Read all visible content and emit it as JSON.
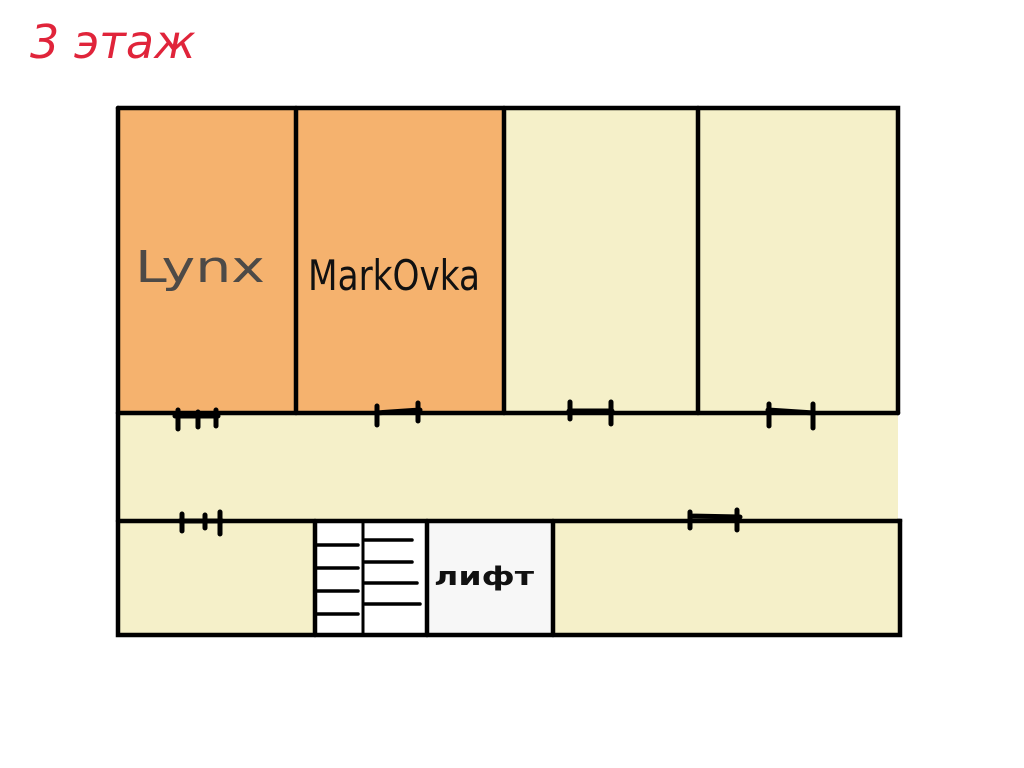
{
  "floor_label": "3 этаж",
  "rooms": {
    "lynx": {
      "label": "Lynx",
      "status": "occupied"
    },
    "markovka": {
      "label": "MarkOvka",
      "status": "occupied"
    },
    "room_3": {
      "label": "",
      "status": "free"
    },
    "room_4": {
      "label": "",
      "status": "free"
    },
    "corridor": {
      "label": "",
      "status": "free"
    },
    "bottom_left": {
      "label": "",
      "status": "free"
    },
    "stairs": {
      "label": ""
    },
    "elevator": {
      "label": "лифт"
    },
    "bottom_right": {
      "label": "",
      "status": "free"
    }
  },
  "colors": {
    "occupied": "#f5b26e",
    "free": "#f5f0c9",
    "elevator": "#f7f7f7",
    "stairs": "#ffffff",
    "walls": "#000000",
    "floor_label": "#e0243a",
    "lynx_text": "#4d4a47",
    "room_text": "#111111"
  }
}
